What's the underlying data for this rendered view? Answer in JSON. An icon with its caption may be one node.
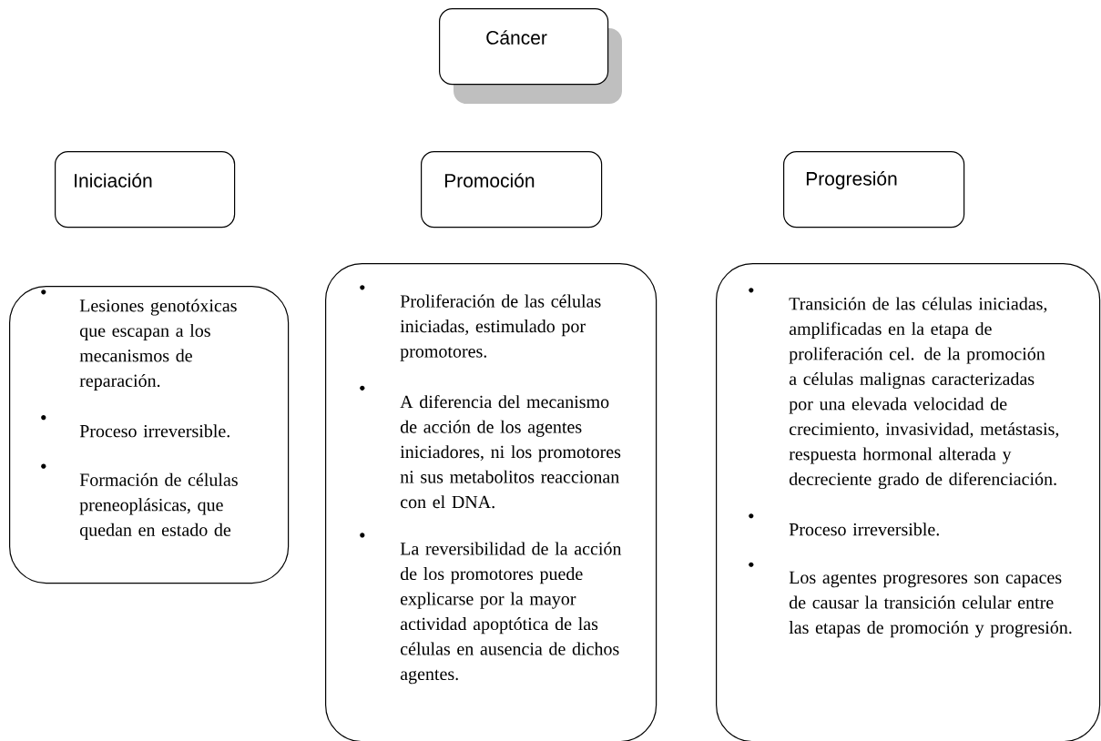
{
  "diagram": {
    "nodes": [
      {
        "text": [
          "Cáncer"
        ]
      },
      {
        "text": [
          "Iniciación"
        ]
      },
      {
        "text": [
          "Promoción"
        ]
      },
      {
        "text": [
          "Progresión"
        ]
      },
      {
        "text": [
          "Lesiones genotóxicas que escapan a los mecanismos de reparación.",
          "Proceso irreversible.",
          "Formación de células preneoplásicas, que quedan en estado de"
        ]
      },
      {
        "text": [
          "Proliferación de las células iniciadas, estimulado por promotores.",
          "A diferencia del mecanismo de acción de los agentes iniciadores, ni los promotores ni sus metabolitos reaccionan con el DNA.",
          "La reversibilidad de la acción de los promotores puede explicarse por la mayor actividad apoptótica de las células en ausencia de dichos agentes."
        ]
      },
      {
        "text": [
          "Transición de las células iniciadas, amplificadas en la etapa de proliferación cel. de la promoción a células malignas caracterizadas por una elevada velocidad de crecimiento, invasividad, metástasis, respuesta hormonal alterada y decreciente grado de diferenciación.",
          "Proceso irreversible.",
          "Los agentes progresores son capaces de causar la transición celular entre las etapas de promoción y progresión."
        ]
      }
    ]
  }
}
